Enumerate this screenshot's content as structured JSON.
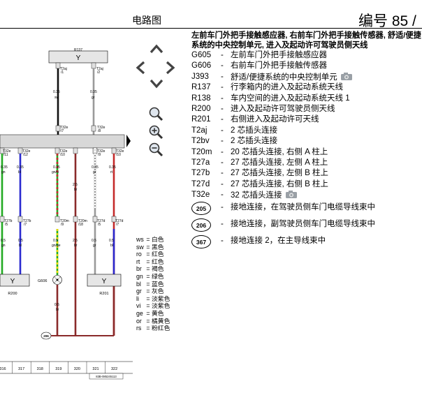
{
  "header": {
    "title": "电路图",
    "number": "编号 85 /"
  },
  "legend": {
    "heading": "左前车门外把手接触感应器, 右前车门外把手接触传感器, 舒适/便捷系统的中央控制单元, 进入及起动许可驾驶员侧天线",
    "items": [
      {
        "code": "G605",
        "desc": "左前车门外把手接触感应器",
        "camera": false
      },
      {
        "code": "G606",
        "desc": "右前车门外把手接触传感器",
        "camera": false
      },
      {
        "code": "J393",
        "desc": "舒适/便捷系统的中央控制单元",
        "camera": true
      },
      {
        "code": "R137",
        "desc": "行李箱内的进入及起动系统天线",
        "camera": false
      },
      {
        "code": "R138",
        "desc": "车内空间的进入及起动系统天线 1",
        "camera": false
      },
      {
        "code": "R200",
        "desc": "进入及起动许可驾驶员侧天线",
        "camera": false
      },
      {
        "code": "R201",
        "desc": "右侧进入及起动许可天线",
        "camera": false
      },
      {
        "code": "T2aj",
        "desc": "2 芯插头连接",
        "camera": false
      },
      {
        "code": "T2bv",
        "desc": "2 芯插头连接",
        "camera": false
      },
      {
        "code": "T20m",
        "desc": "20 芯插头连接, 右侧 A 柱上",
        "camera": false
      },
      {
        "code": "T27a",
        "desc": "27 芯插头连接, 左侧 A 柱上",
        "camera": false
      },
      {
        "code": "T27b",
        "desc": "27 芯插头连接, 左侧 B 柱上",
        "camera": false
      },
      {
        "code": "T27d",
        "desc": "27 芯插头连接, 右侧 B 柱上",
        "camera": false
      },
      {
        "code": "T32e",
        "desc": "32 芯插头连接",
        "camera": true
      }
    ],
    "grounds": [
      {
        "code": "205",
        "desc": "接地连接，在驾驶员侧车门电缆导线束中"
      },
      {
        "code": "206",
        "desc": "接地连接，副驾驶员侧车门电缆导线束中"
      },
      {
        "code": "367",
        "desc": "接地连接 2，在主导线束中"
      }
    ]
  },
  "colors": [
    {
      "code": "ws",
      "name": "白色"
    },
    {
      "code": "sw",
      "name": "黑色"
    },
    {
      "code": "ro",
      "name": "红色"
    },
    {
      "code": "rt",
      "name": "红色"
    },
    {
      "code": "br",
      "name": "褐色"
    },
    {
      "code": "gn",
      "name": "绿色"
    },
    {
      "code": "bl",
      "name": "蓝色"
    },
    {
      "code": "gr",
      "name": "灰色"
    },
    {
      "code": "li",
      "name": "淡紫色"
    },
    {
      "code": "vi",
      "name": "淡紫色"
    },
    {
      "code": "ge",
      "name": "黄色"
    },
    {
      "code": "or",
      "name": "橘黄色"
    },
    {
      "code": "rs",
      "name": "粉红色"
    }
  ],
  "diagram": {
    "top_component": "R137",
    "left_component": "R200",
    "right_component": "R201",
    "ground_component": "G606",
    "ground_label": "206",
    "top_pins": [
      "T2aj",
      "/1",
      "T2aj",
      "/2"
    ],
    "top_wires": [
      {
        "size": "0.35",
        "color": "sw"
      },
      {
        "size": "0.35",
        "color": "gr"
      }
    ],
    "t32_labels": [
      "T32e",
      "/7",
      "T32e",
      "/8"
    ],
    "bus_pins": [
      "T32e",
      "/11",
      "T32e",
      "/12",
      "T32e",
      "/10",
      "T32e",
      "/9",
      "T32e",
      "/10"
    ],
    "mid_labels": [
      "0.35",
      "gn",
      "0.35",
      "bl",
      "0.35",
      "gn/rt",
      "2.5",
      "br",
      "0.35",
      "gr",
      "0.35",
      "rt"
    ],
    "lower_pins": [
      "T27b",
      "/5",
      "T27b",
      "/7",
      "T20m",
      "/9",
      "T20m",
      "/18",
      "T27d",
      "/5",
      "T27d",
      "/7"
    ],
    "lower_labels": [
      "0.5",
      "gn",
      "0.5",
      "bl",
      "0.5",
      "gn/ge",
      "2.5",
      "br",
      "0.5",
      "gr",
      "0.5",
      "bl"
    ],
    "ground_wire": {
      "size": "0.5",
      "color": "br"
    },
    "columns": [
      "316",
      "317",
      "318",
      "319",
      "320",
      "321",
      "322"
    ],
    "ref_code": "83B-085245113"
  },
  "wire_colors": {
    "sw": "#111111",
    "gr": "#9a9a9a",
    "gn": "#22aa22",
    "bl": "#2a2ad0",
    "rt": "#c42a2a",
    "br": "#8a2a2a",
    "ge": "#e8d800",
    "ws": "#ffffff",
    "bus": "#d8d8d8"
  }
}
